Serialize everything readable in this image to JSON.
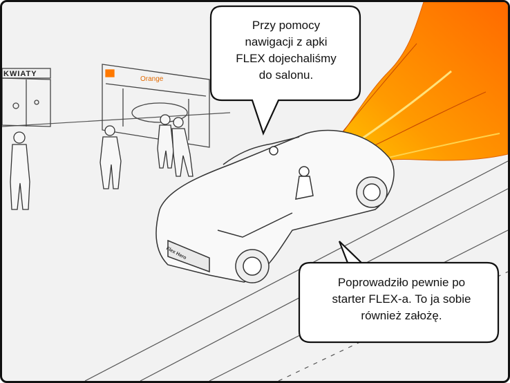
{
  "speech_bubbles": [
    {
      "lines": [
        "Przy pomocy",
        "nawigacji z apki",
        "FLEX dojechaliśmy",
        "do salonu."
      ]
    },
    {
      "lines": [
        "Poprowadziło pewnie po",
        "starter FLEX-a. To ja sobie",
        "również założę."
      ]
    }
  ],
  "scene": {
    "shop_sign_left": "KWIATY",
    "shop_sign_right": "Orange",
    "license_plate": "Flex Hero",
    "colors": {
      "background": "#f2f2f2",
      "line_art": "#333333",
      "orange_brand": "#ff7900",
      "flame_main": "#ff8c00",
      "flame_light": "#ffc000"
    }
  }
}
